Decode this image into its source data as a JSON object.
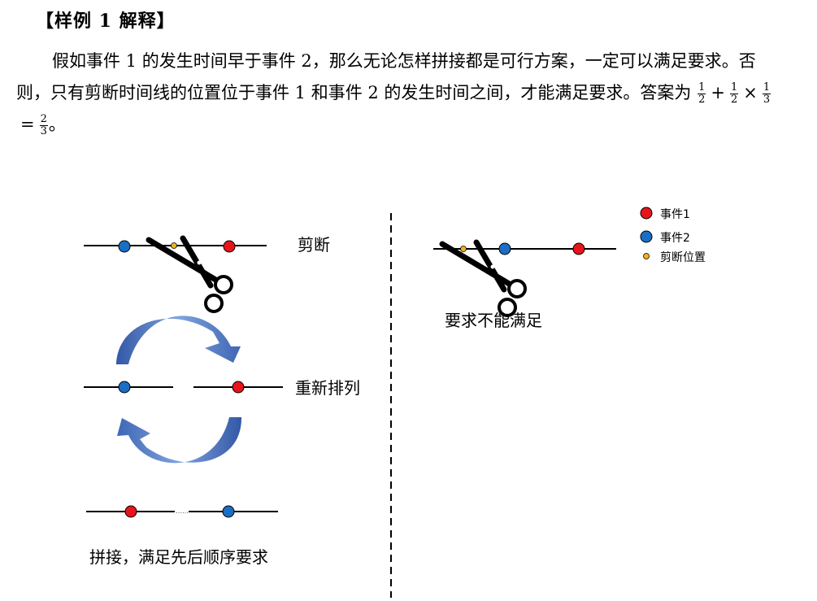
{
  "heading": "【样例 1 解释】",
  "paragraph": {
    "text": "假如事件 1 的发生时间早于事件 2，那么无论怎样拼接都是可行方案，一定可以满足要求。否则，只有剪断时间线的位置位于事件 1 和事件 2 的发生时间之间，才能满足要求。答案为 ",
    "formula": {
      "f1": {
        "num": "1",
        "den": "2"
      },
      "plus": "+",
      "f2": {
        "num": "1",
        "den": "2"
      },
      "times": "×",
      "f3": {
        "num": "1",
        "den": "3"
      },
      "equals": "=",
      "f4": {
        "num": "2",
        "den": "3"
      }
    },
    "end": "。"
  },
  "figure": {
    "label_cut": "剪断",
    "label_rearrange": "重新排列",
    "label_splice": "拼接，满足先后顺序要求",
    "label_fail": "要求不能满足",
    "legend": {
      "event1": "事件1",
      "event2": "事件2",
      "cut_position": "剪断位置"
    },
    "dots_gap": "……"
  },
  "colors": {
    "event1": "#e8141b",
    "event2": "#1a6fc4",
    "cut": "#f0b21c",
    "arrow_light": "#7ea3dd",
    "arrow_dark": "#3358a6"
  }
}
